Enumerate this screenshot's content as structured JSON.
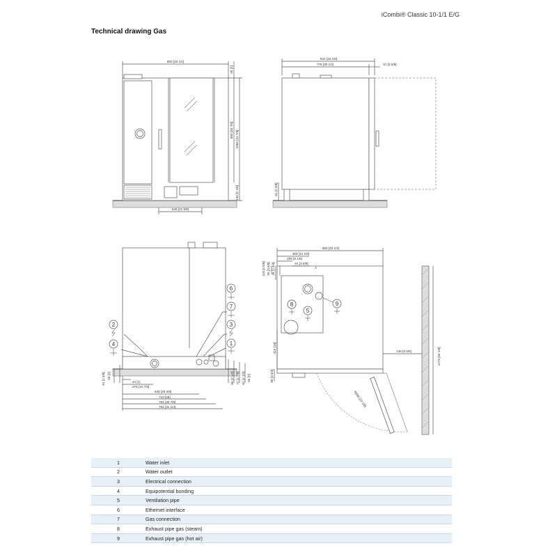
{
  "header": {
    "product": "iCombi® Classic 10-1/1 E/G",
    "title": "Technical drawing Gas"
  },
  "front_view": {
    "dims": {
      "width_top": "850 [33 1/2]",
      "top_right": "55 [2]",
      "height_right1": "880 [34 7/8]",
      "height_right2": "1064 [41 7/8]",
      "bottom_right": "130 [5 1/8]",
      "bottom_width": "549 [21 5/8]"
    }
  },
  "side_view": {
    "dims": {
      "top_depth": "842 [33 1/8]",
      "depth2": "775 [30 1/2]",
      "door": "67 [2 5/8]",
      "foot": "61 [2 3/8]"
    }
  },
  "rear_view": {
    "dims": {
      "d24": "24 [1]",
      "d276": "276 [10 7/8]",
      "d645": "645 [25 3/8]",
      "d710": "710 [28]",
      "d784": "784 [30 7/8]",
      "d794": "794 [31 1/4]",
      "left_a": "61 [2 3/8]",
      "left_b": "53 [2]",
      "right_a": "65 [2 1/2]",
      "right_b": "72 [2 7/8]",
      "right_c": "62 [2 1/2]",
      "right_d": "50 [2]"
    },
    "callouts": [
      "6",
      "7",
      "3",
      "1",
      "2",
      "4"
    ]
  },
  "top_view": {
    "dims": {
      "width": "850 [33 1/2]",
      "d309": "309 [12 1/8]",
      "d206": "206 [8 1/8]",
      "d91": "91 [3 5/8]",
      "d118": "118 [4 5/8]",
      "d90": "90 [3 5/8]",
      "d45": "45 [1 3/4]",
      "d410": "410 [16]",
      "d246": "246 [9 5/8]",
      "d95": "95 [3 3/4]",
      "d1274": "1274 [50 1/8]",
      "swing": "R838 [33 1/8]",
      "marker": "A"
    },
    "callouts": [
      "8",
      "5",
      "9"
    ]
  },
  "legend": [
    {
      "num": "1",
      "label": "Water inlet"
    },
    {
      "num": "2",
      "label": "Water outlet"
    },
    {
      "num": "3",
      "label": "Electrical connection"
    },
    {
      "num": "4",
      "label": "Equipotential bonding"
    },
    {
      "num": "5",
      "label": "Ventilation pipe"
    },
    {
      "num": "6",
      "label": "Ethernet interface"
    },
    {
      "num": "7",
      "label": "Gas connection"
    },
    {
      "num": "8",
      "label": "Exhaust pipe gas (steam)"
    },
    {
      "num": "9",
      "label": "Exhaust pipe gas (hot air)"
    }
  ],
  "colors": {
    "legend_stripe": "#e8f0f7",
    "legend_rule": "#c9d8e6",
    "floor": "#dddddd"
  }
}
